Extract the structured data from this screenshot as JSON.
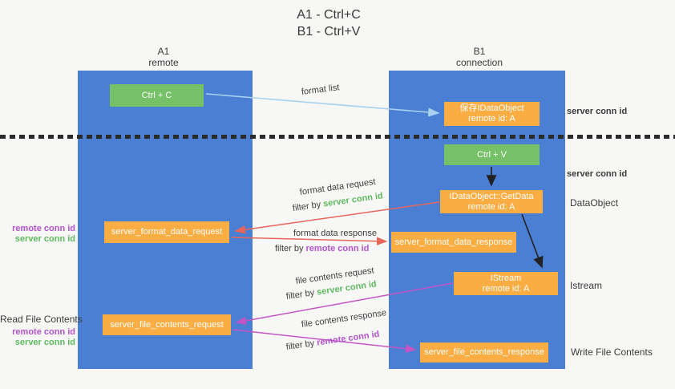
{
  "title": {
    "line1": "A1 - Ctrl+C",
    "line2": "B1 - Ctrl+V"
  },
  "columns": {
    "a": {
      "id": "A1",
      "role": "remote"
    },
    "b": {
      "id": "B1",
      "role": "connection"
    }
  },
  "boxes": {
    "ctrl_c": {
      "label": "Ctrl + C"
    },
    "save_idataobject": {
      "line1": "保存IDataObject",
      "line2": "remote id: A"
    },
    "ctrl_v": {
      "label": "Ctrl + V"
    },
    "getdata": {
      "line1": "IDataObject::GetData",
      "line2": "remote id: A"
    },
    "format_request": {
      "label": "server_format_data_request"
    },
    "format_response": {
      "label": "server_format_data_response"
    },
    "istream": {
      "line1": "IStream",
      "line2": "remote id: A"
    },
    "file_request": {
      "label": "server_file_contents_request"
    },
    "file_response": {
      "label": "server_file_contents_response"
    }
  },
  "flow_labels": {
    "format_list": "format list",
    "format_data_request": "format data request",
    "format_data_response": "format data response",
    "file_contents_request": "file contents request",
    "file_contents_response": "file contents response",
    "filter_by": "filter by",
    "server_conn_id": "server conn id",
    "remote_conn_id": "remote conn id"
  },
  "side_labels": {
    "right_server_conn_id_top": "server conn id",
    "right_server_conn_id_mid": "server conn id",
    "dataobject": "DataObject",
    "istream": "Istream",
    "write_file_contents": "Write File Contents",
    "read_file_contents": "Read File Contents",
    "left_remote_conn_id_top": "remote conn id",
    "left_server_conn_id_top": "server conn id",
    "left_remote_conn_id_bottom": "remote conn id",
    "left_server_conn_id_bottom": "server conn id"
  },
  "colors": {
    "background": "#f7f7f5",
    "column_blue": "#4a7fd4",
    "box_green": "#76c068",
    "box_orange": "#f9ad42",
    "green_text": "#5fba5f",
    "purple_text": "#b153c9",
    "arrow_light_blue": "#a8d2f0",
    "arrow_red": "#e8655a",
    "arrow_magenta": "#c455c4",
    "arrow_black": "#222222",
    "dark_text": "#3b3b3b"
  }
}
